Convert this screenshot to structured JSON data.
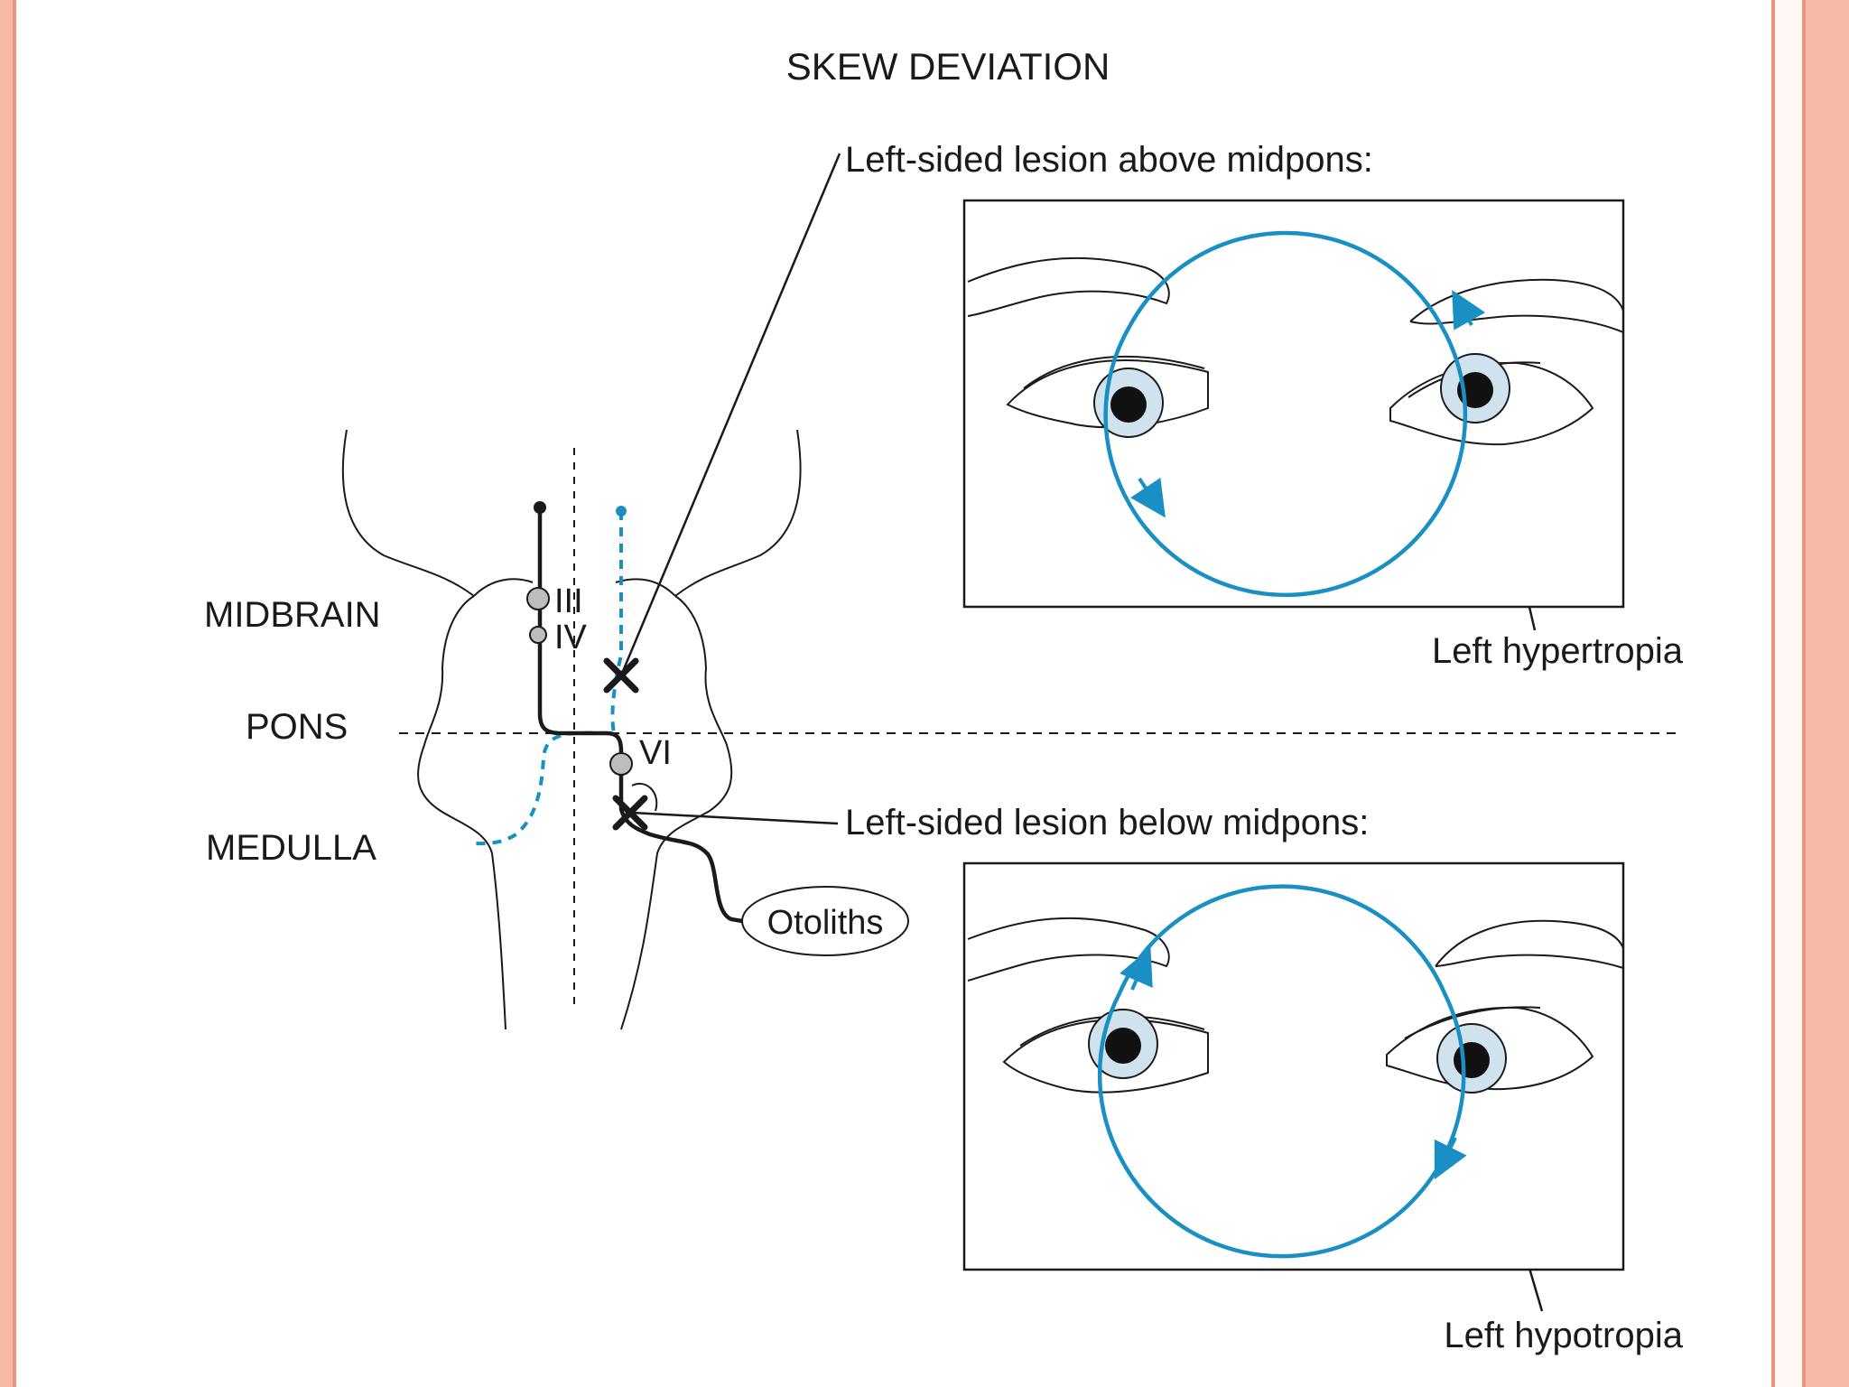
{
  "title": "SKEW DEVIATION",
  "labels": {
    "midbrain": "MIDBRAIN",
    "pons": "PONS",
    "medulla": "MEDULLA",
    "nerve_iii": "III",
    "nerve_iv": "IV",
    "nerve_vi": "VI",
    "otoliths": "Otoliths"
  },
  "callouts": {
    "above": "Left-sided lesion above midpons:",
    "below": "Left-sided lesion below midpons:",
    "hypertropia": "Left hypertropia",
    "hypotropia": "Left hypotropia"
  },
  "colors": {
    "slide_border": "#f6b9a6",
    "accent_blue": "#1a8fc4",
    "iris": "#cfe2ee",
    "ink": "#1a1a1a"
  }
}
